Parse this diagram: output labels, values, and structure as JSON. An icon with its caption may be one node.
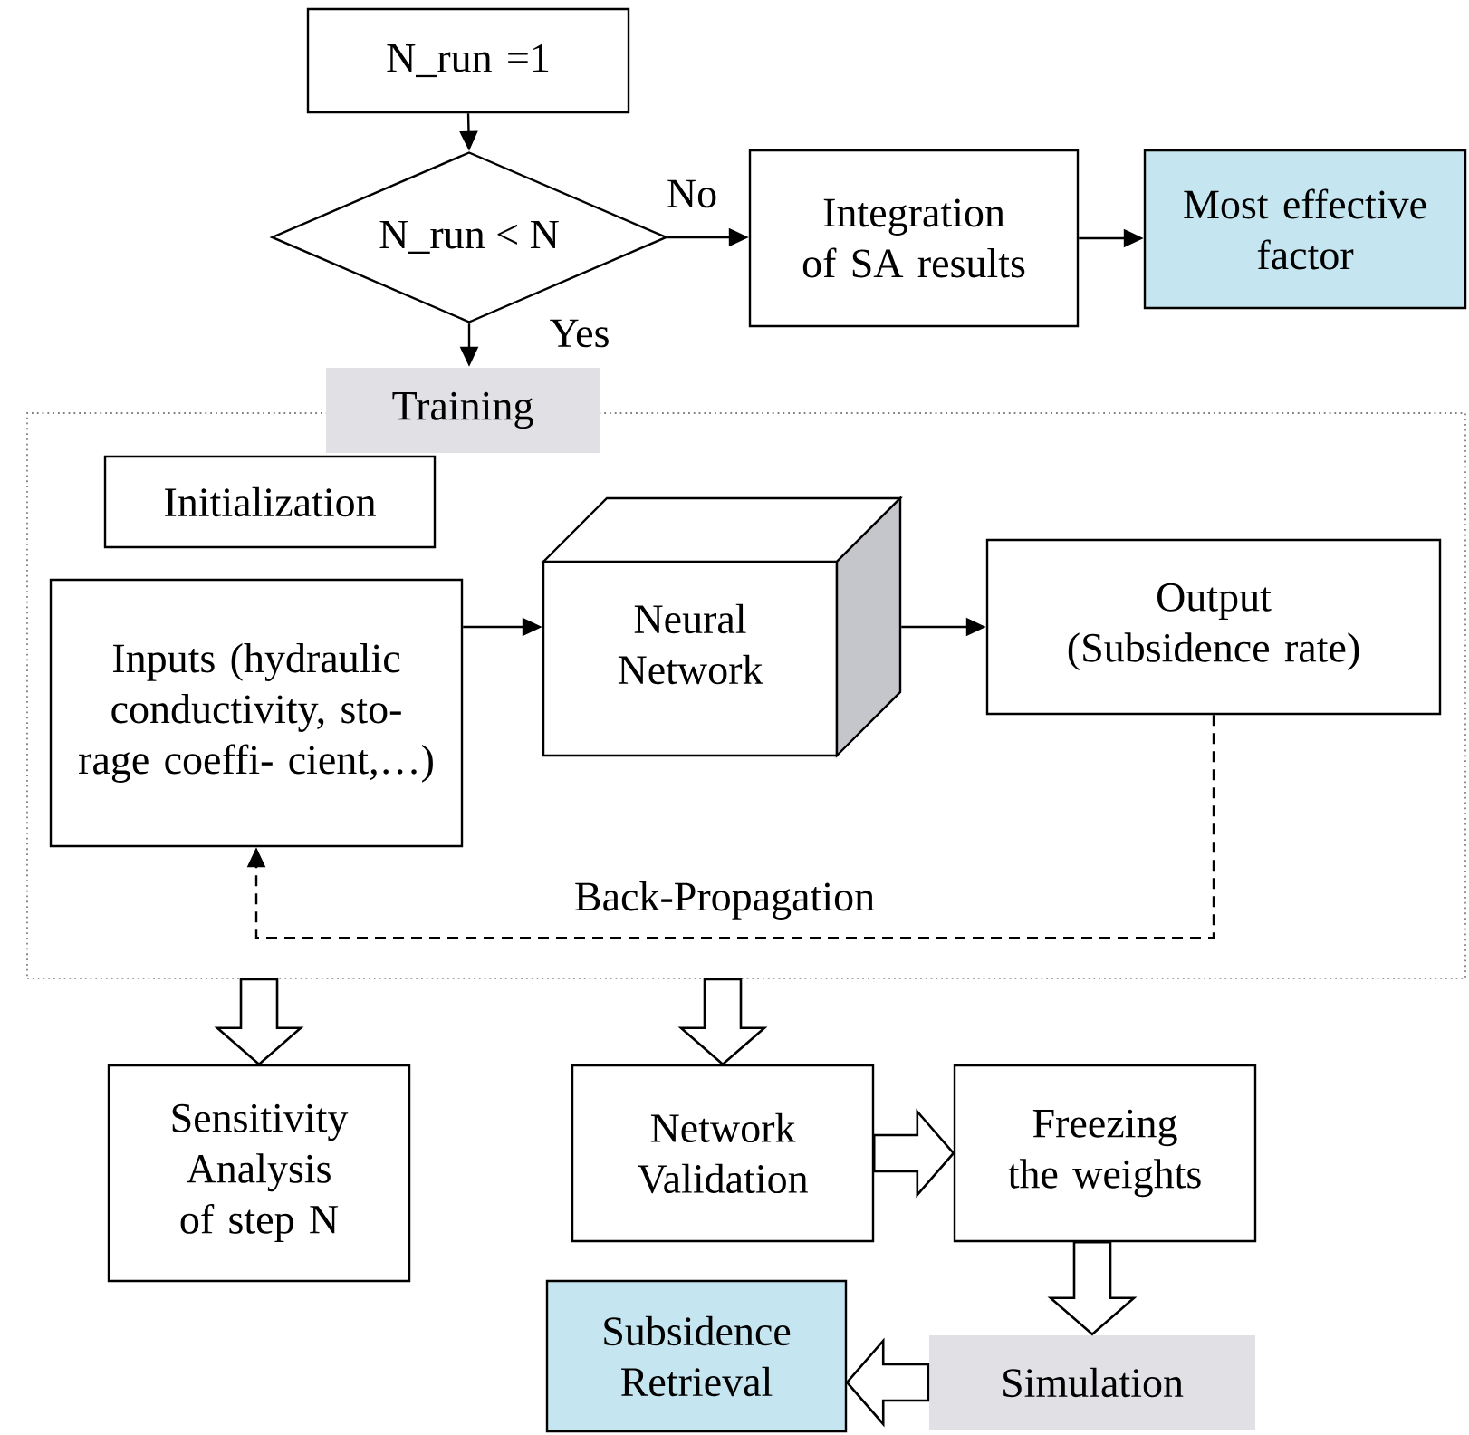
{
  "diagram": {
    "nodes": [
      {
        "text": [
          "N_run =1"
        ]
      },
      {
        "text": [
          "N_run < N"
        ]
      },
      {
        "text": [
          "Integration of SA results"
        ]
      },
      {
        "text": [
          "Most effective factor"
        ]
      },
      {
        "text": [
          "Training"
        ]
      },
      {
        "text": [
          "Initialization"
        ],
        "in": 4
      },
      {
        "text": [
          "Inputs (hydraulic conductivity, sto- rage coeffi- cient,…)"
        ],
        "in": 4
      },
      {
        "text": [
          "Neural Network"
        ],
        "in": 4
      },
      {
        "text": [
          "Output (Subsidence rate)"
        ],
        "in": 4
      },
      {
        "text": [
          "Sensitivity Analysis of step N"
        ]
      },
      {
        "text": [
          "Network Validation"
        ]
      },
      {
        "text": [
          "Freezing the weights"
        ]
      },
      {
        "text": [
          "Simulation"
        ]
      },
      {
        "text": [
          "Subsidence Retrieval"
        ]
      }
    ],
    "edges": [
      {
        "from": 0,
        "to": 1,
        "arrow": "to"
      },
      {
        "from": 1,
        "to": 2,
        "arrow": "to",
        "label": "No"
      },
      {
        "from": 2,
        "to": 3,
        "arrow": "to"
      },
      {
        "from": 1,
        "to": 4,
        "arrow": "to",
        "label": "Yes"
      },
      {
        "from": 6,
        "to": 7,
        "arrow": "to"
      },
      {
        "from": 7,
        "to": 8,
        "arrow": "to"
      },
      {
        "from": 8,
        "to": 6,
        "arrow": "to",
        "style": "dashed",
        "label": "Back-Propagation"
      },
      {
        "from": 4,
        "to": 9,
        "arrow": "to",
        "style": "thick"
      },
      {
        "from": 4,
        "to": 10,
        "arrow": "to",
        "style": "thick"
      },
      {
        "from": 10,
        "to": 11,
        "arrow": "to",
        "style": "thick"
      },
      {
        "from": 11,
        "to": 12,
        "arrow": "to",
        "style": "thick"
      },
      {
        "from": 12,
        "to": 13,
        "arrow": "to",
        "style": "thick"
      }
    ]
  }
}
